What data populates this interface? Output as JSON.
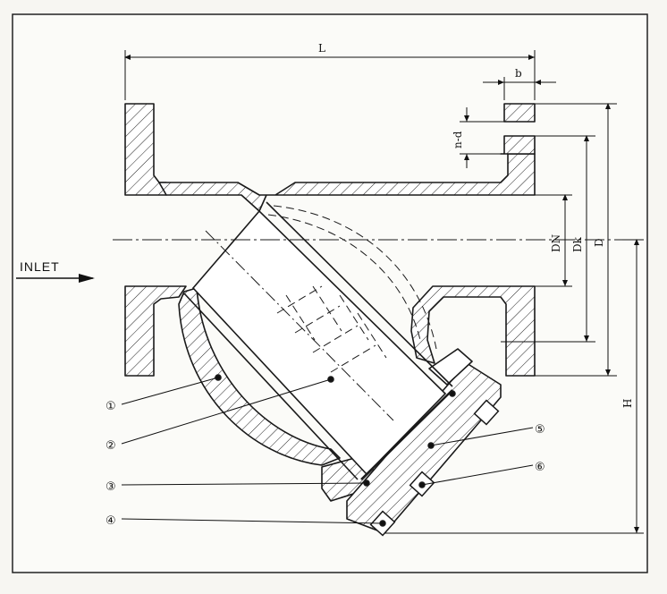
{
  "inlet_label": "INLET",
  "dimensions": {
    "L": "L",
    "b": "b",
    "n_d": "n-d",
    "DN": "DN",
    "Dk": "Dk",
    "D": "D",
    "H": "H"
  },
  "callouts": [
    "①",
    "②",
    "③",
    "④",
    "⑤",
    "⑥"
  ],
  "colors": {
    "line": "#1a1a1a",
    "paper": "#f7f6f2",
    "panel": "#fbfbf8"
  }
}
